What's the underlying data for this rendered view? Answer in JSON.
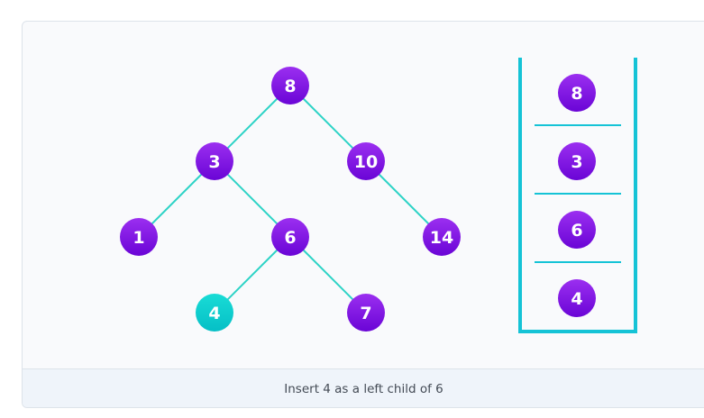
{
  "tree": {
    "nodes": [
      {
        "id": "n8",
        "label": "8",
        "highlighted": false
      },
      {
        "id": "n3",
        "label": "3",
        "highlighted": false
      },
      {
        "id": "n10",
        "label": "10",
        "highlighted": false
      },
      {
        "id": "n1",
        "label": "1",
        "highlighted": false
      },
      {
        "id": "n6",
        "label": "6",
        "highlighted": false
      },
      {
        "id": "n14",
        "label": "14",
        "highlighted": false
      },
      {
        "id": "n4",
        "label": "4",
        "highlighted": true
      },
      {
        "id": "n7",
        "label": "7",
        "highlighted": false
      }
    ],
    "edges": [
      [
        "n8",
        "n3"
      ],
      [
        "n8",
        "n10"
      ],
      [
        "n3",
        "n1"
      ],
      [
        "n3",
        "n6"
      ],
      [
        "n10",
        "n14"
      ],
      [
        "n6",
        "n4"
      ],
      [
        "n6",
        "n7"
      ]
    ]
  },
  "stack": {
    "items": [
      "8",
      "3",
      "6",
      "4"
    ]
  },
  "caption": "Insert 4 as a left child of 6",
  "colors": {
    "node_top": "#9b2ff0",
    "node_bottom": "#6a05d6",
    "highlight_top": "#19dcd6",
    "highlight_bottom": "#05bfc6",
    "edge": "#2dd3c6",
    "stack": "#15c3d6"
  }
}
